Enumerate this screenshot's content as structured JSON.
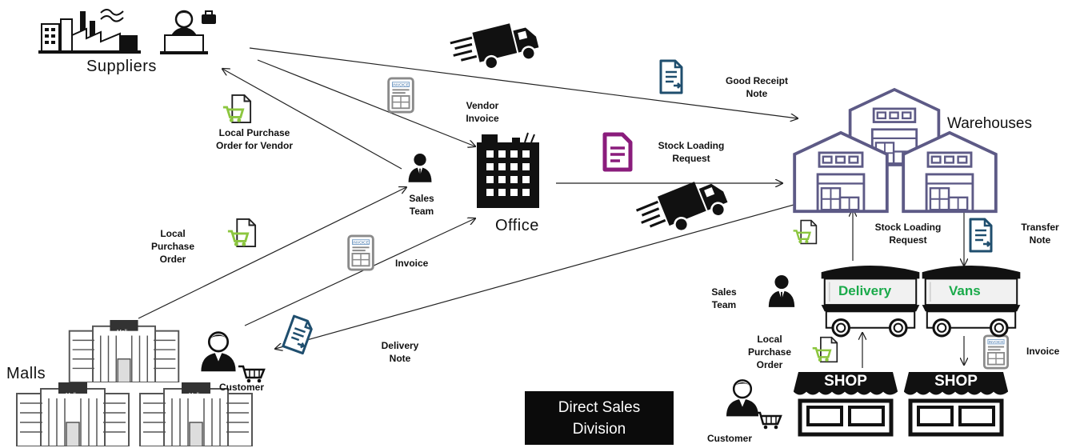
{
  "nodes": {
    "suppliers": "Suppliers",
    "office": "Office",
    "warehouses": "Warehouses",
    "malls": "Malls",
    "mall_sign": "Mall",
    "sales_team_office": [
      "Sales",
      "Team"
    ],
    "sales_team_right": [
      "Sales",
      "Team"
    ],
    "customer_left": "Customer",
    "customer_right": "Customer",
    "delivery": "Delivery",
    "vans": "Vans",
    "shop": "SHOP",
    "invoice_icon_text": "INVOICE"
  },
  "documents": {
    "local_purchase_order_vendor": [
      "Local Purchase",
      "Order for Vendor"
    ],
    "vendor_invoice": [
      "Vendor",
      "Invoice"
    ],
    "good_receipt_note": [
      "Good Receipt",
      "Note"
    ],
    "stock_loading_request_top": [
      "Stock Loading",
      "Request"
    ],
    "local_purchase_order_left": [
      "Local",
      "Purchase",
      "Order"
    ],
    "invoice_left": "Invoice",
    "delivery_note": [
      "Delivery",
      "Note"
    ],
    "stock_loading_request_right": [
      "Stock Loading",
      "Request"
    ],
    "transfer_note": [
      "Transfer",
      "Note"
    ],
    "local_purchase_order_right": [
      "Local",
      "Purchase",
      "Order"
    ],
    "invoice_right": "Invoice"
  },
  "division": [
    "Direct Sales",
    "Division"
  ],
  "colors": {
    "cart_green": "#8cc63f",
    "warehouse_stroke": "#5d5a86",
    "doc_blue": "#1f4e6e",
    "doc_purple": "#8a1c7c",
    "van_green": "#1aaa4a",
    "invoice_grey": "#8a8a8a"
  }
}
